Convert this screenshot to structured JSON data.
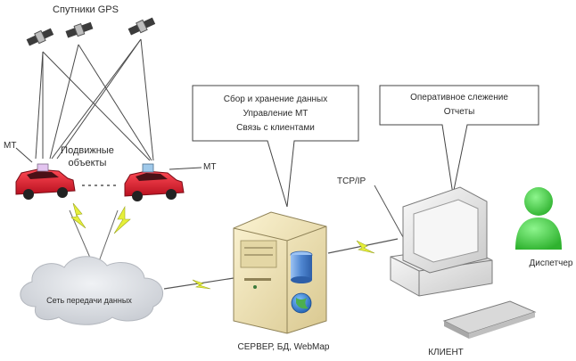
{
  "labels": {
    "satellites": "Спутники GPS",
    "mt_left": "МТ",
    "mt_right": "МТ",
    "moving_objects_line1": "Подвижные",
    "moving_objects_line2": "объекты",
    "data_network": "Сеть передачи данных",
    "server": "СЕРВЕР, БД, WebMap",
    "client": "КЛИЕНТ",
    "dispatcher": "Диспетчер",
    "protocol": "TCP/IP"
  },
  "server_callout": {
    "lines": [
      "Сбор и хранение данных",
      "Управление МТ",
      "Связь с клиентами"
    ]
  },
  "client_callout": {
    "lines": [
      "Оперативное слежение",
      "Отчеты"
    ]
  },
  "icons": {
    "satellite": "satellite-icon",
    "car": "car-icon",
    "cloud": "cloud-icon",
    "server": "server-icon",
    "database": "database-icon",
    "globe": "globe-icon",
    "computer": "computer-icon",
    "user": "user-icon",
    "lightning": "lightning-icon"
  },
  "colors": {
    "car": "#d8162a",
    "car_dark": "#8e0f1c",
    "server_body": "#f2e6b8",
    "server_shadow": "#cbb985",
    "database": "#5b8fd6",
    "monitor_body": "#e8e8e8",
    "screen": "#f4f4f4",
    "user": "#3fcf3f",
    "cloud": "#d6d9de",
    "lightning": "#e6ef3a",
    "satellite": "#555555"
  }
}
